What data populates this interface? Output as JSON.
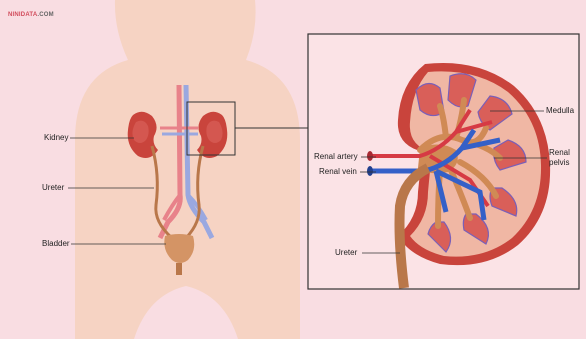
{
  "watermark": {
    "brand": "NINIDATA",
    "suffix": ".COM"
  },
  "labels": {
    "kidney": "Kidney",
    "ureter_left": "Ureter",
    "bladder": "Bladder",
    "medulla": "Medulla",
    "renal_artery": "Renal artery",
    "renal_vein": "Renal vein",
    "renal_pelvis_line1": "Renal",
    "renal_pelvis_line2": "pelvis",
    "ureter_detail": "Ureter"
  },
  "colors": {
    "background": "#f9dde2",
    "body_silhouette": "#f6d3c3",
    "kidney_outer": "#c9443c",
    "kidney_cortex": "#f0b7a4",
    "pyramid": "#d95f59",
    "pelvis": "#d08a55",
    "ureter": "#b9774a",
    "artery": "#d63a44",
    "vein": "#3460c8",
    "frame": "#333333"
  }
}
